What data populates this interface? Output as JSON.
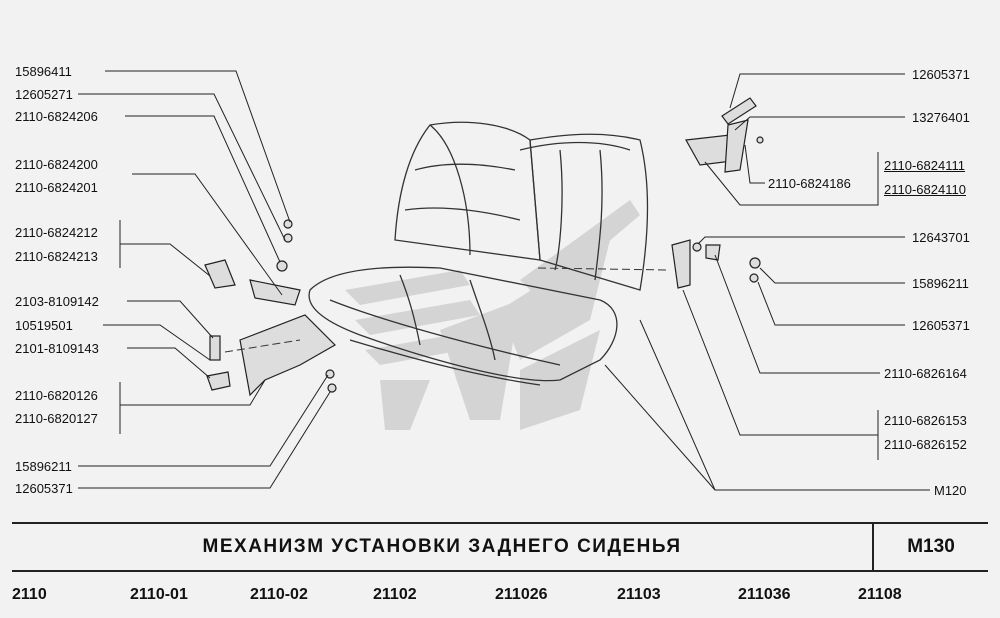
{
  "left_labels": [
    {
      "text": "15896411"
    },
    {
      "text": "12605271"
    },
    {
      "text": "2110-6824206"
    },
    {
      "text": "2110-6824200"
    },
    {
      "text": "2110-6824201"
    },
    {
      "text": "2110-6824212"
    },
    {
      "text": "2110-6824213"
    },
    {
      "text": "2103-8109142"
    },
    {
      "text": "10519501"
    },
    {
      "text": "2101-8109143"
    },
    {
      "text": "2110-6820126"
    },
    {
      "text": "2110-6820127"
    },
    {
      "text": "15896211"
    },
    {
      "text": "12605371"
    }
  ],
  "right_labels": [
    {
      "text": "12605371"
    },
    {
      "text": "13276401"
    },
    {
      "text": "2110-6824111"
    },
    {
      "text": "2110-6824110"
    },
    {
      "text": "2110-6824186"
    },
    {
      "text": "12643701"
    },
    {
      "text": "15896211"
    },
    {
      "text": "12605371"
    },
    {
      "text": "2110-6826164"
    },
    {
      "text": "2110-6826153"
    },
    {
      "text": "2110-6826152"
    },
    {
      "text": "M120"
    }
  ],
  "title": "МЕХАНИЗМ  УСТАНОВКИ  ЗАДНЕГО  СИДЕНЬЯ",
  "diagram_code": "M130",
  "models": [
    "2110",
    "2110-01",
    "2110-02",
    "21102",
    "211026",
    "21103",
    "211036",
    "21108"
  ],
  "colors": {
    "background": "#f2f2f2",
    "line": "#222222",
    "watermark": "#c8c8c8"
  }
}
